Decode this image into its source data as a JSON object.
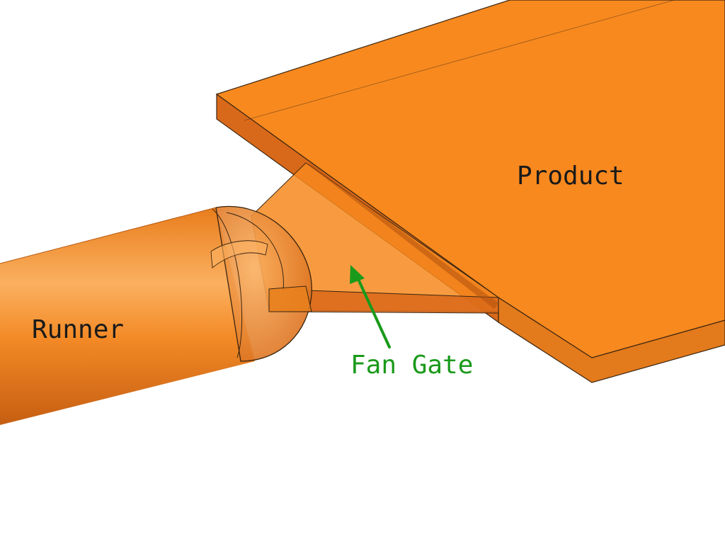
{
  "labels": {
    "product": "Product",
    "runner": "Runner",
    "fan_gate": "Fan Gate"
  },
  "colors": {
    "background": "#ffffff",
    "body_orange": "#f7891f",
    "shade_orange": "#d9691a",
    "light_orange": "#fbb060",
    "edge_dark": "#3a2510",
    "label_text": "#1a1a1a",
    "annotation_green": "#1a9a1a"
  }
}
